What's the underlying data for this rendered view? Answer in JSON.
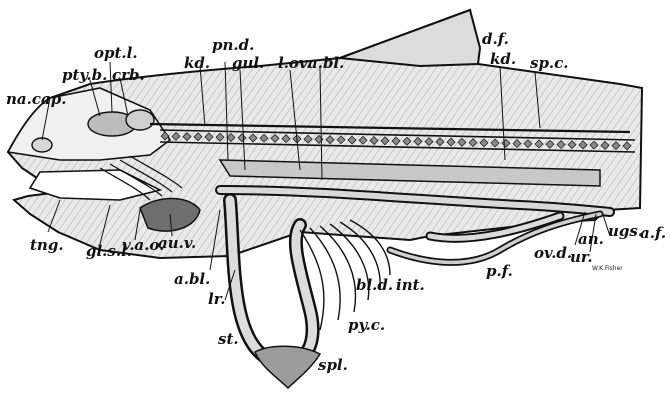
{
  "figure": {
    "colors": {
      "ink": "#111111",
      "fill": "#e4e4e4",
      "dark": "#6e6e6e",
      "paper": "#ffffff"
    },
    "labels": {
      "na_cap": "na.cap.",
      "pty_b": "pty.b.",
      "opt_l": "opt.l.",
      "crb": "crb.",
      "kd_front": "kd.",
      "pn_d": "pn.d.",
      "gul": "gul.",
      "l_ov": "l.ov.",
      "a_bl_top": "a.bl.",
      "d_f": "d.f.",
      "kd_rear": "kd.",
      "sp_c": "sp.c.",
      "tng": "tng.",
      "gl_s_l": "gl.s.l.",
      "v_a_o": "v.a.o.",
      "au_v": "au.v.",
      "a_bl_low": "a.bl.",
      "lr": "lr.",
      "st": "st.",
      "bl_d": "bl.d.",
      "int": "int.",
      "py_c": "py.c.",
      "spl": "spl.",
      "p_f": "p.f.",
      "ov_d": "ov.d.",
      "ur": "ur.",
      "an": "an.",
      "ugs": "ugs.",
      "a_f": "a.f."
    },
    "credit": "W.K.Fisher"
  }
}
